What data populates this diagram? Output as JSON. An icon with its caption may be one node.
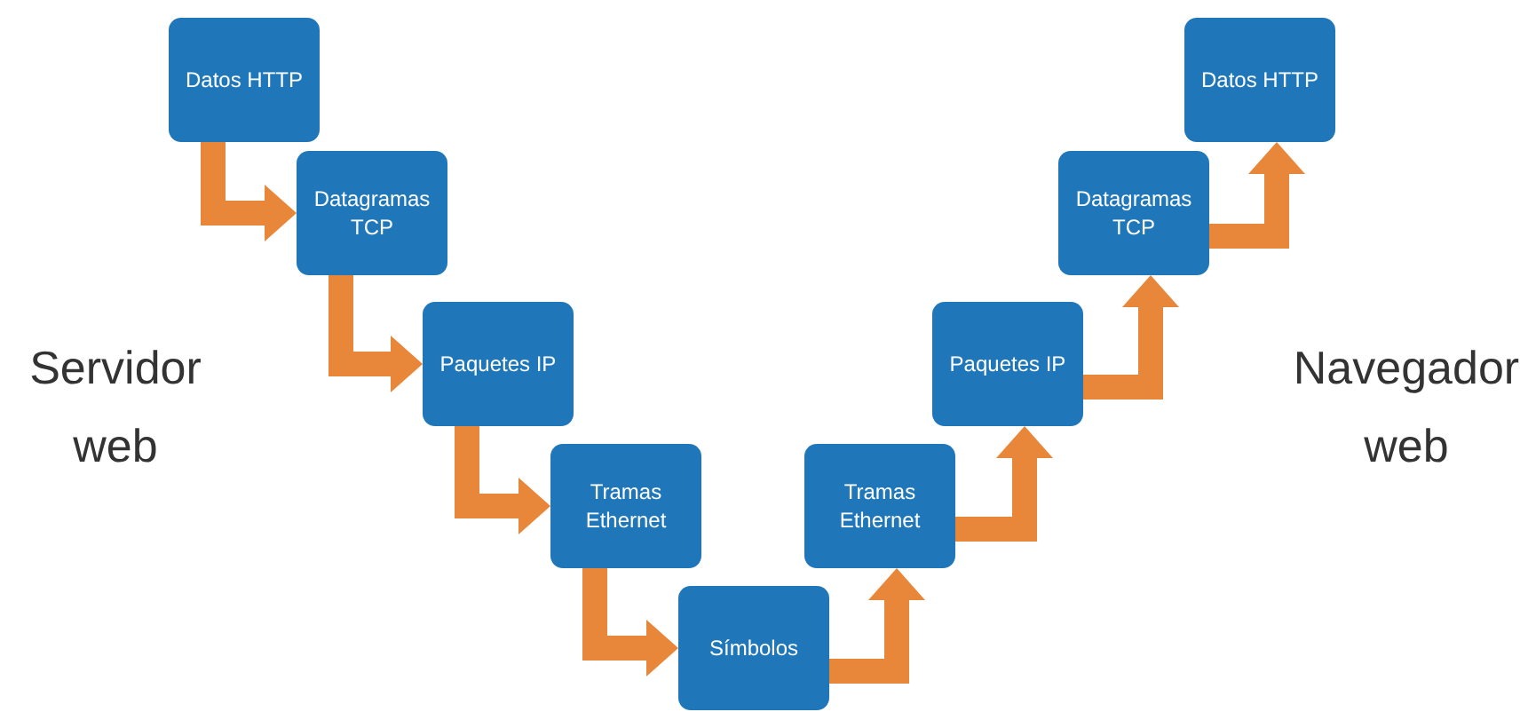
{
  "diagram": {
    "nodes": [
      {
        "text": [
          "Datos HTTP"
        ]
      },
      {
        "text": [
          "Datagramas TCP"
        ]
      },
      {
        "text": [
          "Paquetes IP"
        ]
      },
      {
        "text": [
          "Tramas Ethernet"
        ]
      },
      {
        "text": [
          "Símbolos"
        ]
      },
      {
        "text": [
          "Tramas Ethernet"
        ]
      },
      {
        "text": [
          "Paquetes IP"
        ]
      },
      {
        "text": [
          "Datagramas TCP"
        ]
      },
      {
        "text": [
          "Datos HTTP"
        ]
      }
    ],
    "edges": [
      {
        "from": 0,
        "to": 1,
        "arrow": "to"
      },
      {
        "from": 1,
        "to": 2,
        "arrow": "to"
      },
      {
        "from": 2,
        "to": 3,
        "arrow": "to"
      },
      {
        "from": 3,
        "to": 4,
        "arrow": "to"
      },
      {
        "from": 4,
        "to": 5,
        "arrow": "to"
      },
      {
        "from": 5,
        "to": 6,
        "arrow": "to"
      },
      {
        "from": 6,
        "to": 7,
        "arrow": "to"
      },
      {
        "from": 7,
        "to": 8,
        "arrow": "to"
      }
    ],
    "labels": [
      "Servidor web",
      "Navegador web"
    ]
  }
}
